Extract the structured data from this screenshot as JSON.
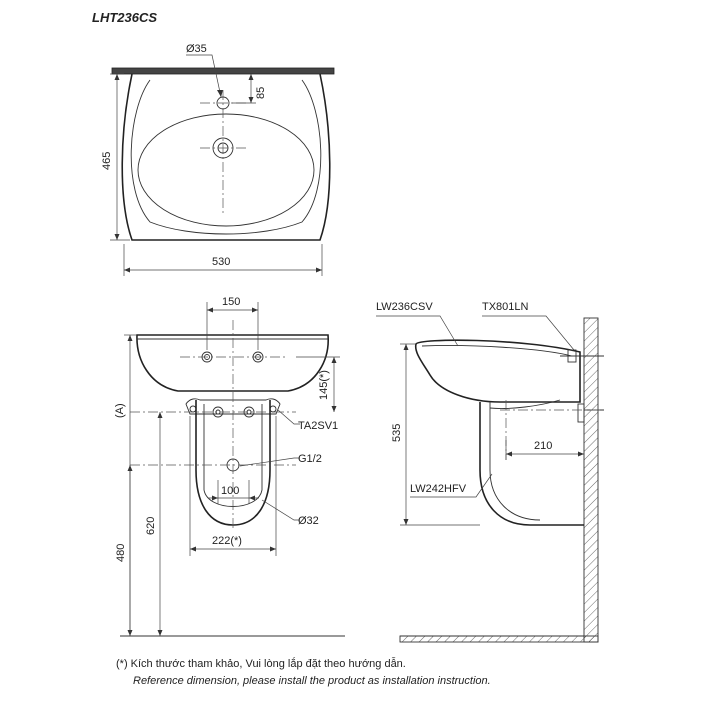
{
  "title": "LHT236CS",
  "top_view": {
    "dim_hole_diameter": "Ø35",
    "dim_hole_offset": "85",
    "dim_height": "465",
    "dim_width": "530"
  },
  "front_view": {
    "dim_tap_spacing": "150",
    "dim_ref_height": "145(*)",
    "dim_a": "(A)",
    "dim_620": "620",
    "dim_480": "480",
    "dim_100": "100",
    "dim_222": "222(*)",
    "callout_ta2sv1": "TA2SV1",
    "callout_g12": "G1/2",
    "callout_d32": "Ø32"
  },
  "side_view": {
    "callout_lw236csv": "LW236CSV",
    "callout_tx801ln": "TX801LN",
    "callout_lw242hfv": "LW242HFV",
    "dim_535": "535",
    "dim_210": "210"
  },
  "notes": {
    "line_vi": "(*) Kích thước tham khảo, Vui lòng lắp đặt theo hướng dẫn.",
    "line_en": "Reference dimension, please install the product as installation instruction."
  }
}
